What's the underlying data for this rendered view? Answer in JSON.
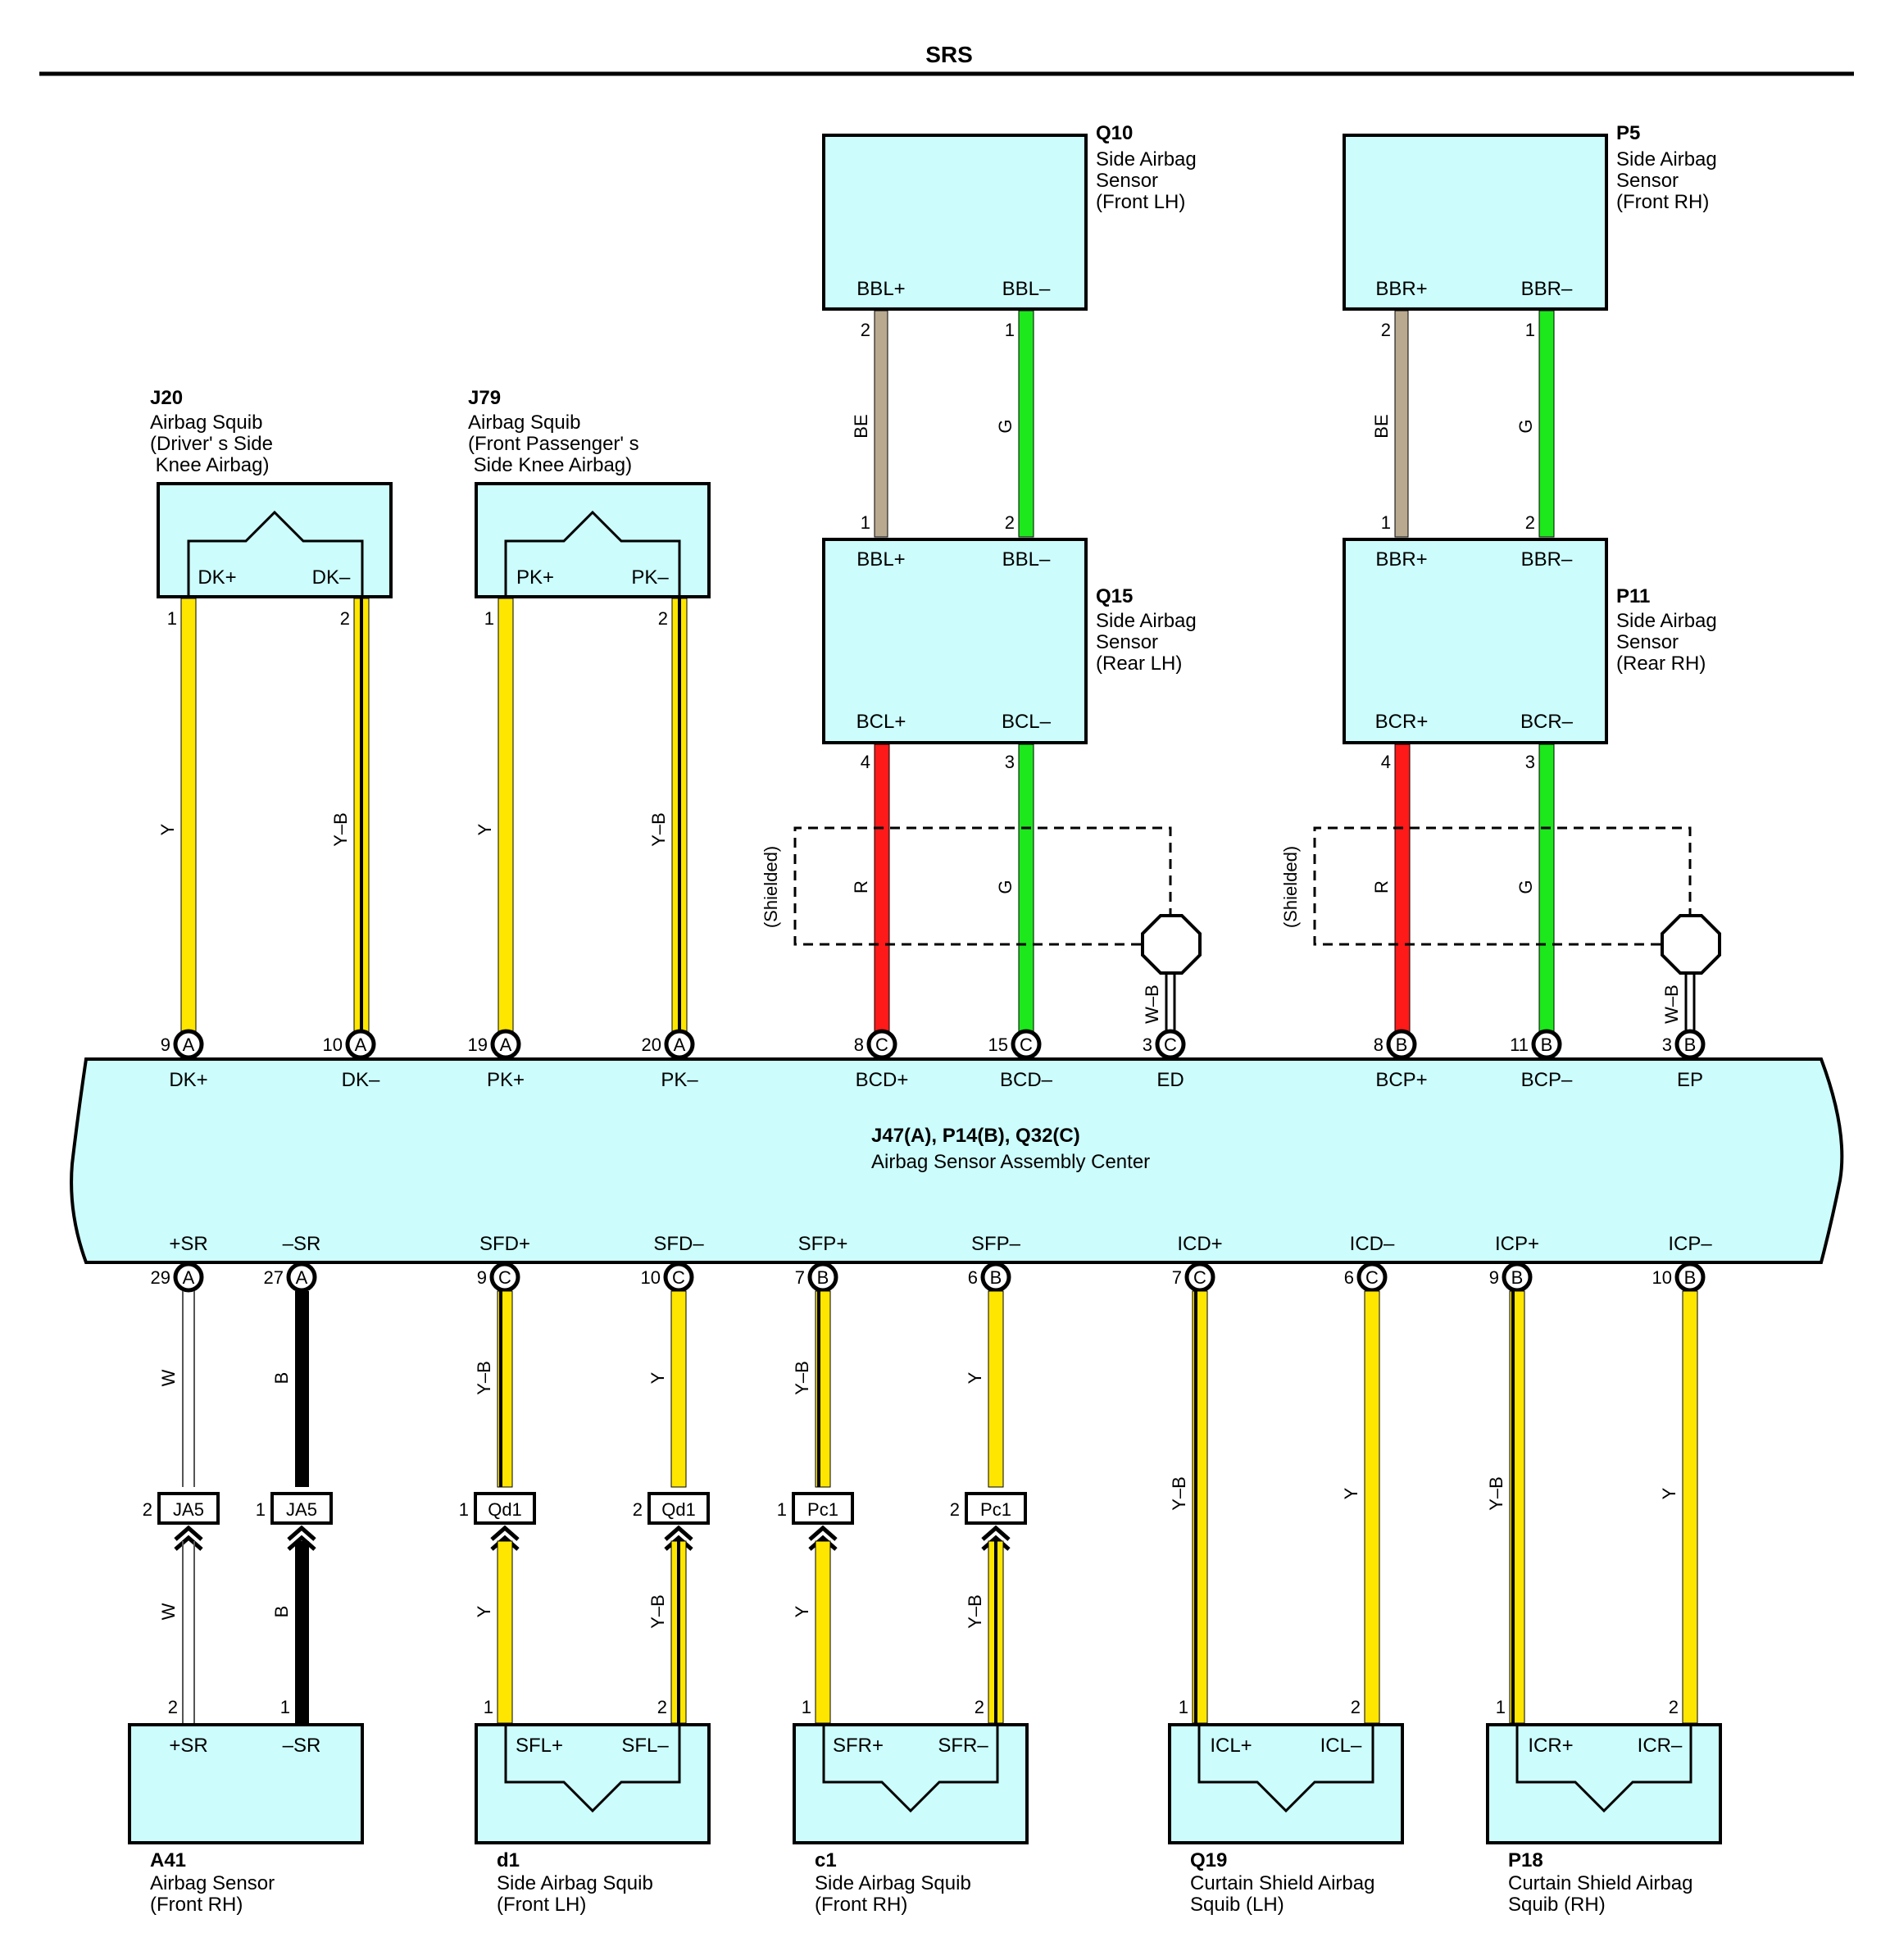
{
  "title": "SRS",
  "colors": {
    "box_fill": "#ccfcfc",
    "Y": "#ffe600",
    "B": "#000000",
    "W": "#ffffff",
    "G": "#1ce81c",
    "R": "#ff1a1a",
    "BE": "#b9a98f",
    "stroke": "#000000"
  },
  "center": {
    "code": "J47(A), P14(B), Q32(C)",
    "desc": "Airbag Sensor Assembly Center",
    "top_pins": [
      {
        "num": "9",
        "conn": "A",
        "label": "DK+"
      },
      {
        "num": "10",
        "conn": "A",
        "label": "DK–"
      },
      {
        "num": "19",
        "conn": "A",
        "label": "PK+"
      },
      {
        "num": "20",
        "conn": "A",
        "label": "PK–"
      },
      {
        "num": "8",
        "conn": "C",
        "label": "BCD+"
      },
      {
        "num": "15",
        "conn": "C",
        "label": "BCD–"
      },
      {
        "num": "3",
        "conn": "C",
        "label": "ED"
      },
      {
        "num": "8",
        "conn": "B",
        "label": "BCP+"
      },
      {
        "num": "11",
        "conn": "B",
        "label": "BCP–"
      },
      {
        "num": "3",
        "conn": "B",
        "label": "EP"
      }
    ],
    "bottom_pins": [
      {
        "num": "29",
        "conn": "A",
        "label": "+SR"
      },
      {
        "num": "27",
        "conn": "A",
        "label": "–SR"
      },
      {
        "num": "9",
        "conn": "C",
        "label": "SFD+"
      },
      {
        "num": "10",
        "conn": "C",
        "label": "SFD–"
      },
      {
        "num": "7",
        "conn": "B",
        "label": "SFP+"
      },
      {
        "num": "6",
        "conn": "B",
        "label": "SFP–"
      },
      {
        "num": "7",
        "conn": "C",
        "label": "ICD+"
      },
      {
        "num": "6",
        "conn": "C",
        "label": "ICD–"
      },
      {
        "num": "9",
        "conn": "B",
        "label": "ICP+"
      },
      {
        "num": "10",
        "conn": "B",
        "label": "ICP–"
      }
    ]
  },
  "components": {
    "q10": {
      "code": "Q10",
      "desc": [
        "Side Airbag",
        "Sensor",
        "(Front LH)"
      ],
      "pins": [
        "BBL+",
        "BBL–"
      ]
    },
    "p5": {
      "code": "P5",
      "desc": [
        "Side Airbag",
        "Sensor",
        "(Front RH)"
      ],
      "pins": [
        "BBR+",
        "BBR–"
      ]
    },
    "q15": {
      "code": "Q15",
      "desc": [
        "Side Airbag",
        "Sensor",
        "(Rear LH)"
      ],
      "pins_top": [
        "BBL+",
        "BBL–"
      ],
      "pins_bottom": [
        "BCL+",
        "BCL–"
      ]
    },
    "p11": {
      "code": "P11",
      "desc": [
        "Side Airbag",
        "Sensor",
        "(Rear RH)"
      ],
      "pins_top": [
        "BBR+",
        "BBR–"
      ],
      "pins_bottom": [
        "BCR+",
        "BCR–"
      ]
    },
    "j20": {
      "code": "J20",
      "desc": [
        "Airbag Squib",
        "(Driver' s Side",
        " Knee Airbag)"
      ],
      "pins": [
        "DK+",
        "DK–"
      ]
    },
    "j79": {
      "code": "J79",
      "desc": [
        "Airbag Squib",
        "(Front Passenger' s",
        " Side Knee Airbag)"
      ],
      "pins": [
        "PK+",
        "PK–"
      ]
    },
    "a41": {
      "code": "A41",
      "desc": [
        "Airbag Sensor",
        "(Front RH)"
      ],
      "pins": [
        "+SR",
        "–SR"
      ]
    },
    "d1": {
      "code": "d1",
      "desc": [
        "Side Airbag Squib",
        "(Front LH)"
      ],
      "pins": [
        "SFL+",
        "SFL–"
      ]
    },
    "c1": {
      "code": "c1",
      "desc": [
        "Side Airbag Squib",
        "(Front RH)"
      ],
      "pins": [
        "SFR+",
        "SFR–"
      ]
    },
    "q19": {
      "code": "Q19",
      "desc": [
        "Curtain Shield Airbag",
        "Squib (LH)"
      ],
      "pins": [
        "ICL+",
        "ICL–"
      ]
    },
    "p18": {
      "code": "P18",
      "desc": [
        "Curtain Shield Airbag",
        "Squib (RH)"
      ],
      "pins": [
        "ICR+",
        "ICR–"
      ]
    }
  },
  "wire_labels": {
    "q10_q15_1": "BE",
    "q10_q15_2": "G",
    "p5_p11_1": "BE",
    "p5_p11_2": "G",
    "q15_center_1": "R",
    "q15_center_2": "G",
    "p11_center_1": "R",
    "p11_center_2": "G",
    "ed": "W–B",
    "ep": "W–B",
    "j20_1": "Y",
    "j20_2": "Y–B",
    "j79_1": "Y",
    "j79_2": "Y–B",
    "sr_plus_up": "W",
    "sr_minus_up": "B",
    "sfd_plus_up": "Y–B",
    "sfd_minus_up": "Y",
    "sfp_plus_up": "Y–B",
    "sfp_minus_up": "Y",
    "sr_plus_down": "W",
    "sr_minus_down": "B",
    "sfd_plus_down": "Y",
    "sfd_minus_down": "Y–B",
    "sfp_plus_down": "Y",
    "sfp_minus_down": "Y–B",
    "icd_plus": "Y–B",
    "icd_minus": "Y",
    "icp_plus": "Y–B",
    "icp_minus": "Y"
  },
  "shield_label": "(Shielded)",
  "pin_numbers": {
    "q10": [
      "2",
      "1"
    ],
    "q15_top": [
      "1",
      "2"
    ],
    "q15_bottom": [
      "4",
      "3"
    ],
    "p5": [
      "2",
      "1"
    ],
    "p11_top": [
      "1",
      "2"
    ],
    "p11_bottom": [
      "4",
      "3"
    ],
    "j20": [
      "1",
      "2"
    ],
    "j79": [
      "1",
      "2"
    ],
    "a41": [
      "2",
      "1"
    ],
    "d1": [
      "1",
      "2"
    ],
    "c1": [
      "1",
      "2"
    ],
    "q19": [
      "1",
      "2"
    ],
    "p18": [
      "1",
      "2"
    ]
  },
  "junctions": [
    {
      "num": "2",
      "code": "JA5"
    },
    {
      "num": "1",
      "code": "JA5"
    },
    {
      "num": "1",
      "code": "Qd1"
    },
    {
      "num": "2",
      "code": "Qd1"
    },
    {
      "num": "1",
      "code": "Pc1"
    },
    {
      "num": "2",
      "code": "Pc1"
    }
  ]
}
